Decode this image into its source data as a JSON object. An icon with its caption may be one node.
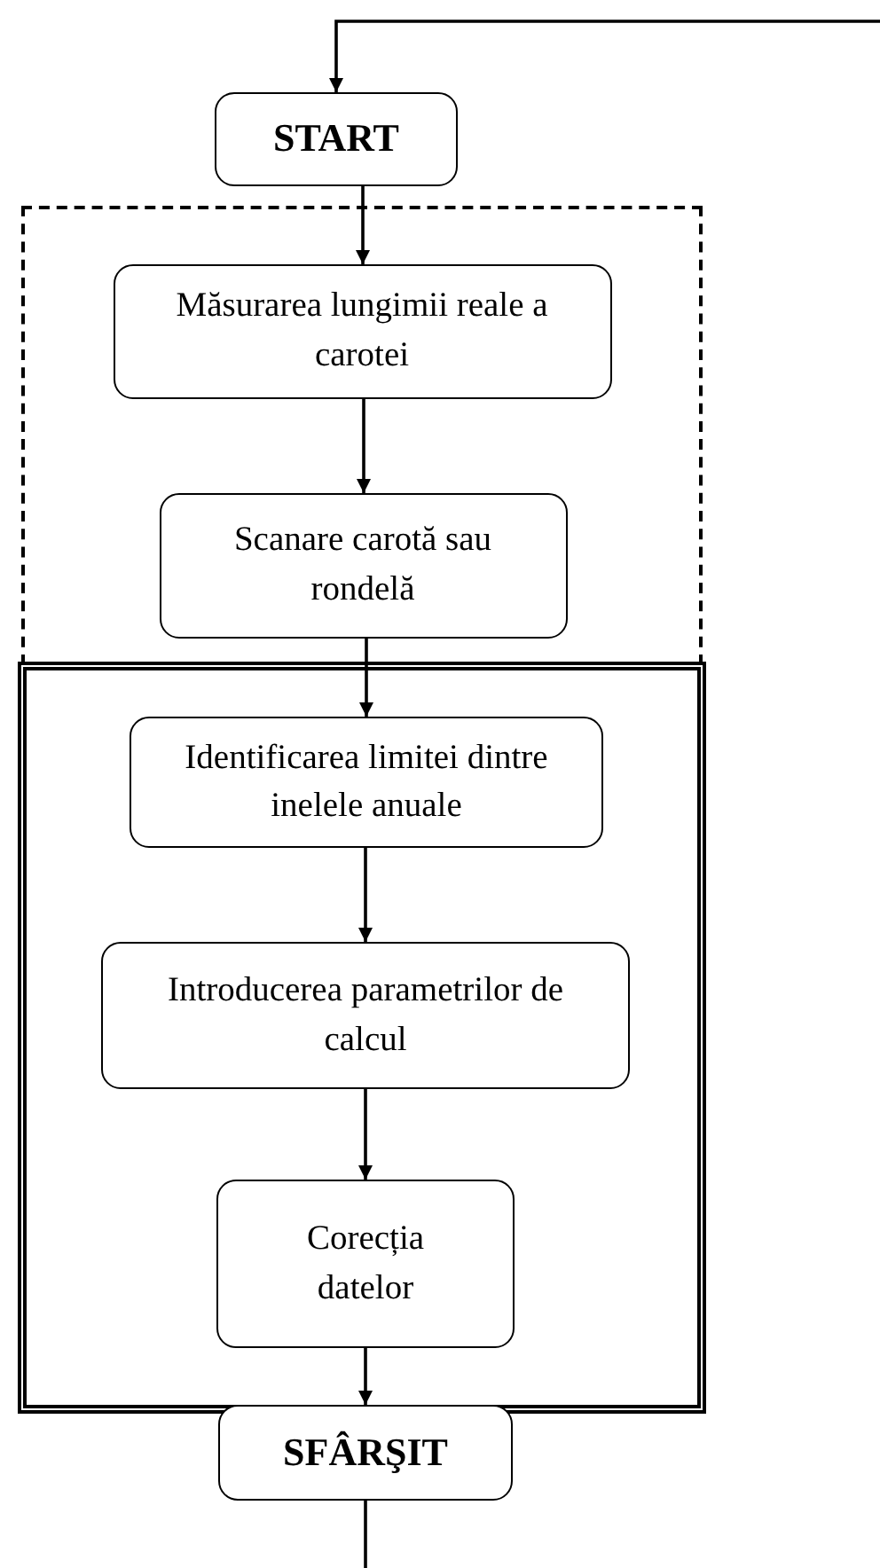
{
  "diagram": {
    "nodes": [
      {
        "text": [
          "START"
        ]
      },
      {
        "text": [],
        "shape": "box"
      },
      {
        "text": [
          "Măsurarea lungimii reale a carotei"
        ],
        "in": 1
      },
      {
        "text": [
          "Scanare carotă sau rondelă"
        ],
        "in": 1
      },
      {
        "text": [],
        "shape": "box"
      },
      {
        "text": [
          "Identificarea limitei dintre inelele anuale"
        ],
        "in": 4
      },
      {
        "text": [
          "Introducerea parametrilor de calcul"
        ],
        "in": 4
      },
      {
        "text": [
          "Corecția datelor"
        ],
        "in": 4
      },
      {
        "text": [
          "SFÂRŞIT"
        ]
      }
    ],
    "edges": [
      {
        "from": null,
        "to": 0,
        "arrow": "to"
      },
      {
        "from": 0,
        "to": 2,
        "arrow": "to"
      },
      {
        "from": 2,
        "to": 3,
        "arrow": "to"
      },
      {
        "from": 3,
        "to": 5,
        "arrow": "to"
      },
      {
        "from": 5,
        "to": 6,
        "arrow": "to"
      },
      {
        "from": 6,
        "to": 7,
        "arrow": "to"
      },
      {
        "from": 7,
        "to": 8,
        "arrow": "to"
      },
      {
        "from": 8,
        "to": null,
        "arrow": "none"
      }
    ]
  }
}
